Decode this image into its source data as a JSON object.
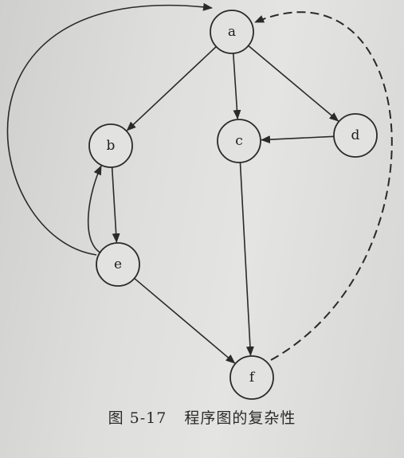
{
  "nodes": [
    {
      "id": "a",
      "label": "a"
    },
    {
      "id": "b",
      "label": "b"
    },
    {
      "id": "c",
      "label": "c"
    },
    {
      "id": "d",
      "label": "d"
    },
    {
      "id": "e",
      "label": "e"
    },
    {
      "id": "f",
      "label": "f"
    }
  ],
  "edges": [
    {
      "from": "a",
      "to": "b",
      "style": "solid"
    },
    {
      "from": "a",
      "to": "c",
      "style": "solid"
    },
    {
      "from": "a",
      "to": "d",
      "style": "solid"
    },
    {
      "from": "d",
      "to": "c",
      "style": "solid"
    },
    {
      "from": "b",
      "to": "e",
      "style": "solid"
    },
    {
      "from": "e",
      "to": "b",
      "style": "solid"
    },
    {
      "from": "e",
      "to": "a",
      "style": "solid"
    },
    {
      "from": "e",
      "to": "f",
      "style": "solid"
    },
    {
      "from": "c",
      "to": "f",
      "style": "solid"
    },
    {
      "from": "f",
      "to": "a",
      "style": "dashed"
    }
  ],
  "caption": {
    "figure_number": "图 5-17",
    "title": "程序图的复杂性"
  }
}
